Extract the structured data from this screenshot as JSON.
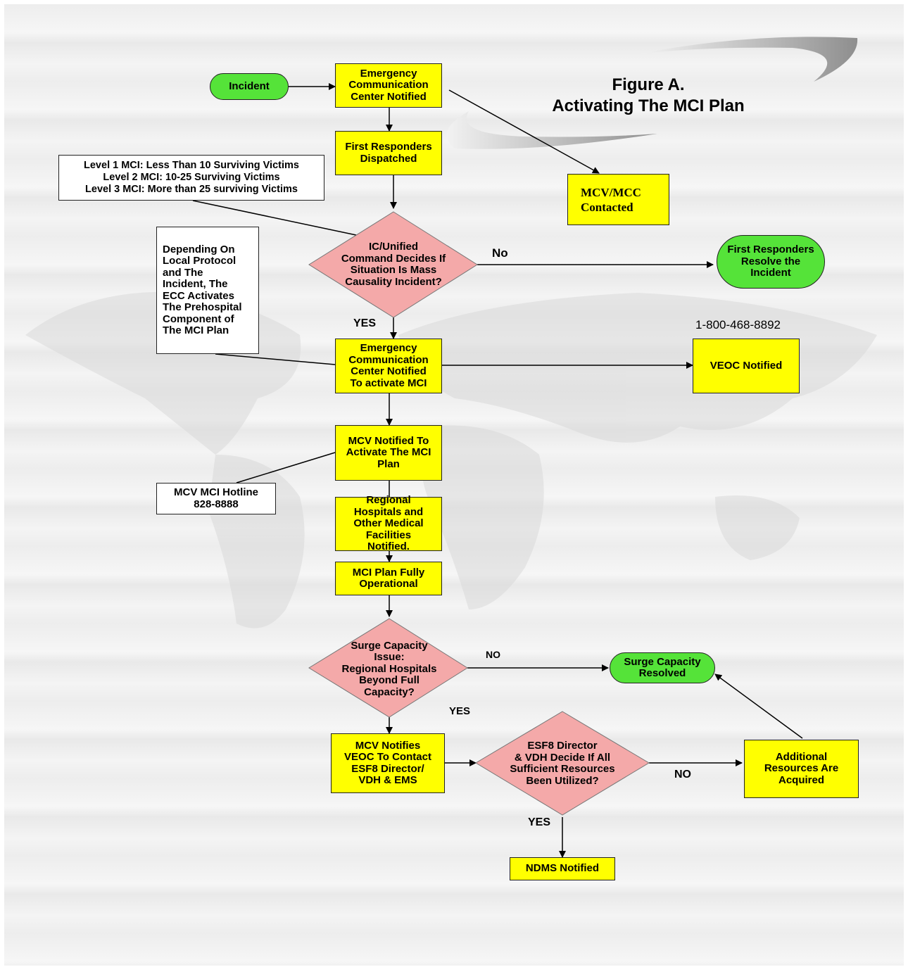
{
  "title": {
    "line1": "Figure A.",
    "line2": "Activating  The MCI Plan"
  },
  "phone_number": "1-800-468-8892",
  "nodes": {
    "incident": "Incident",
    "ecc_notified": "Emergency\nCommunication\nCenter Notified",
    "first_responders_dispatched": "First Responders\nDispatched",
    "mcv_mcc_contacted": "MCV/MCC\nContacted",
    "level_note": "Level 1 MCI: Less Than 10 Surviving Victims\n        Level 2 MCI: 10-25 Surviving Victims\nLevel 3 MCI: More than 25 surviving Victims",
    "decision_mci": "IC/Unified\nCommand Decides If\nSituation Is   Mass\nCausality Incident?",
    "first_responders_resolve": "First Responders\nResolve the\nIncident",
    "protocol_note": "Depending On\nLocal Protocol\nand The\nIncident, The\nECC Activates\nThe Prehospital\nComponent of\nThe MCI Plan",
    "ecc_activate": "Emergency\nCommunication\nCenter Notified\nTo activate MCI",
    "veoc_notified": "VEOC Notified",
    "mcv_notified": "MCV Notified To\nActivate The MCI\nPlan",
    "hotline": "MCV MCI Hotline\n828-8888",
    "regional_hospitals": "Regional\nHospitals and\nOther Medical\nFacilities\nNotified.",
    "fully_operational": "MCI Plan Fully\nOperational",
    "decision_surge": "Surge Capacity\nIssue:\nRegional Hospitals\nBeyond Full\nCapacity?",
    "surge_resolved": "Surge Capacity\nResolved",
    "mcv_notifies_veoc": "MCV Notifies\nVEOC To Contact\nESF8 Director/\nVDH & EMS",
    "decision_resources": "ESF8 Director\n& VDH Decide If All\nSufficient Resources\nBeen Utilized?",
    "additional_resources": "Additional\nResources Are\nAcquired",
    "ndms_notified": "NDMS Notified"
  },
  "edge_labels": {
    "no_mci": "No",
    "yes_mci": "YES",
    "no_surge": "NO",
    "yes_surge": "YES",
    "no_resources": "NO",
    "yes_resources": "YES"
  },
  "colors": {
    "process": "#ffff00",
    "terminal": "#55e339",
    "decision": "#f4a9a9",
    "note": "#ffffff",
    "line": "#000000"
  }
}
